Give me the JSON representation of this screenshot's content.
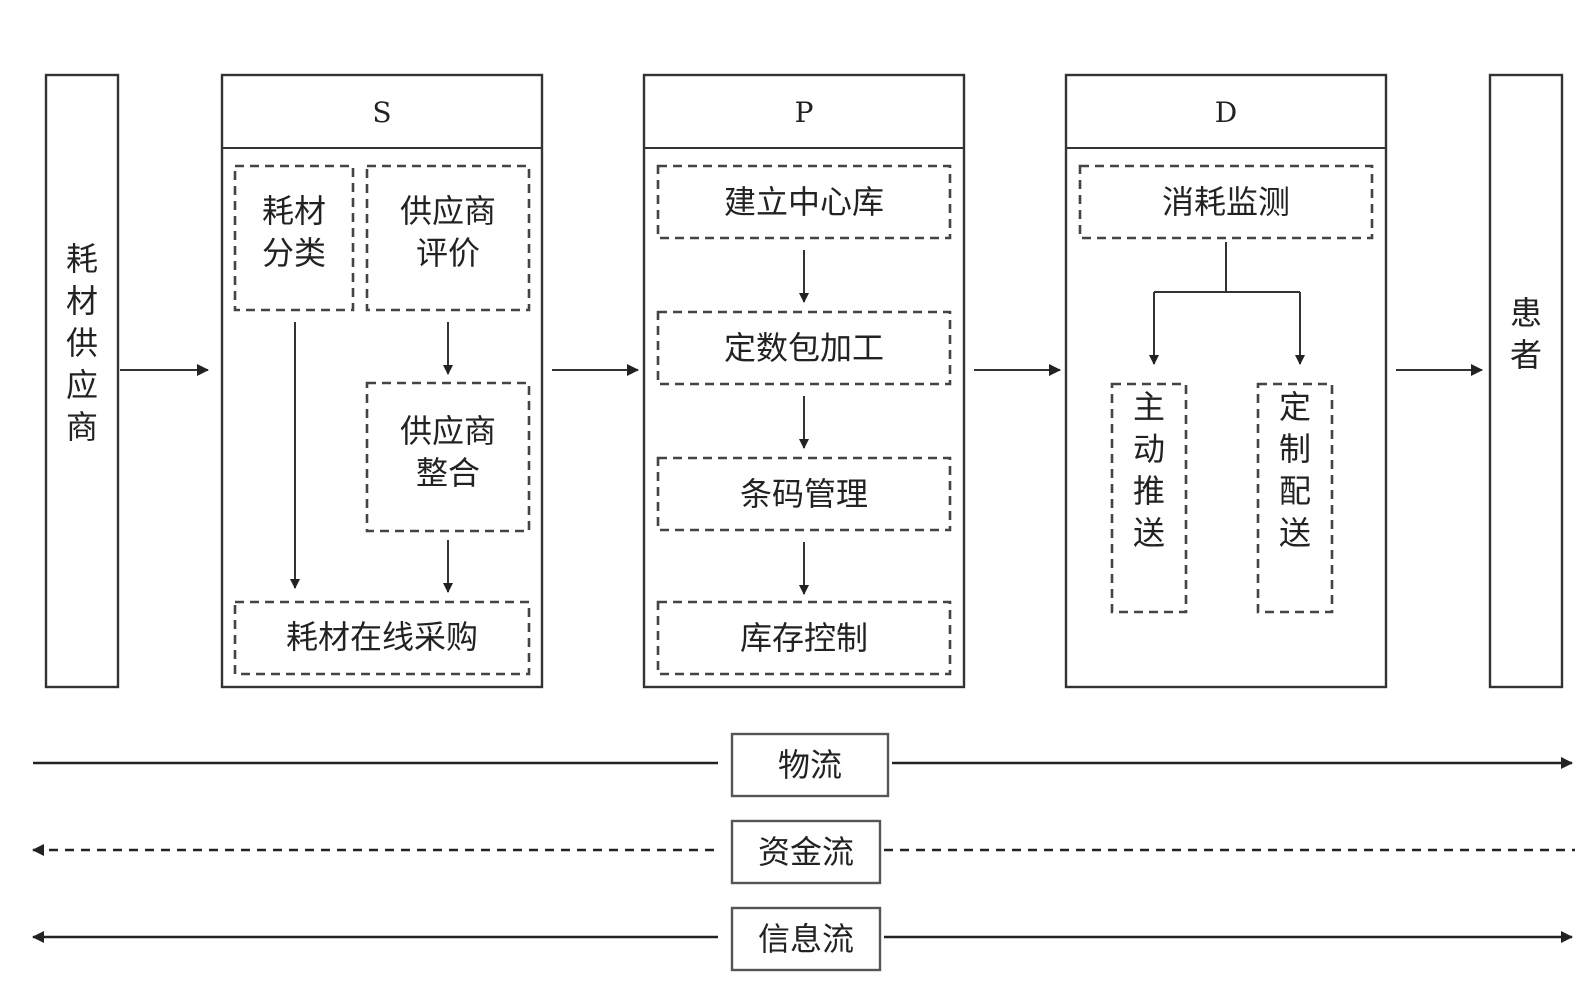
{
  "supplier": "耗材供应商",
  "patient": "患者",
  "s_panel": {
    "header": "S",
    "classify": "耗材分类",
    "evaluate": "供应商评价",
    "integrate": "供应商整合",
    "purchase": "耗材在线采购"
  },
  "p_panel": {
    "header": "P",
    "steps": [
      "建立中心库",
      "定数包加工",
      "条码管理",
      "库存控制"
    ]
  },
  "d_panel": {
    "header": "D",
    "monitor": "消耗监测",
    "push": "主动推送",
    "custom": "定制配送"
  },
  "flows": {
    "material": "物流",
    "capital": "资金流",
    "information": "信息流"
  }
}
